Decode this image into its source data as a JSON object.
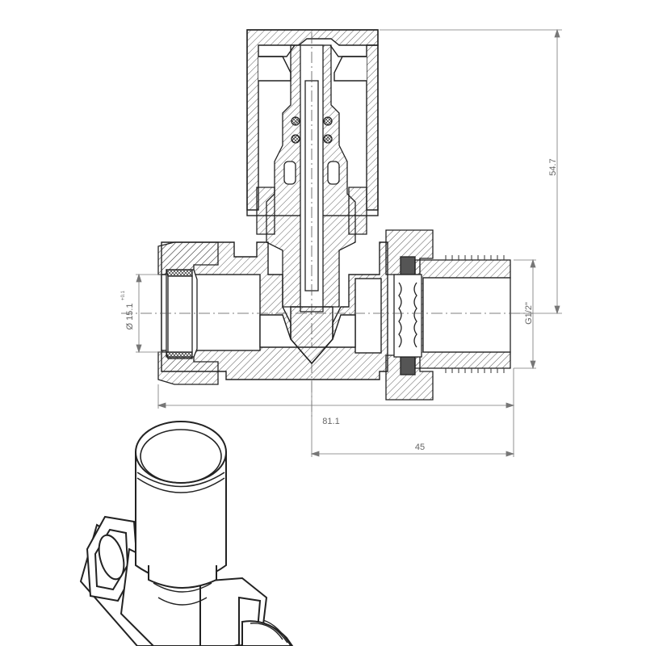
{
  "drawing": {
    "dimensions": {
      "total_length": "81.1",
      "half_length": "45",
      "height": "54.7",
      "inlet_diameter": "Ø 15.1",
      "inlet_tolerance": "+0.1",
      "thread": "G1/2\""
    }
  },
  "colors": {
    "line": "#222222",
    "dim_line": "#777777",
    "text": "#666666",
    "seal": "#555555"
  }
}
